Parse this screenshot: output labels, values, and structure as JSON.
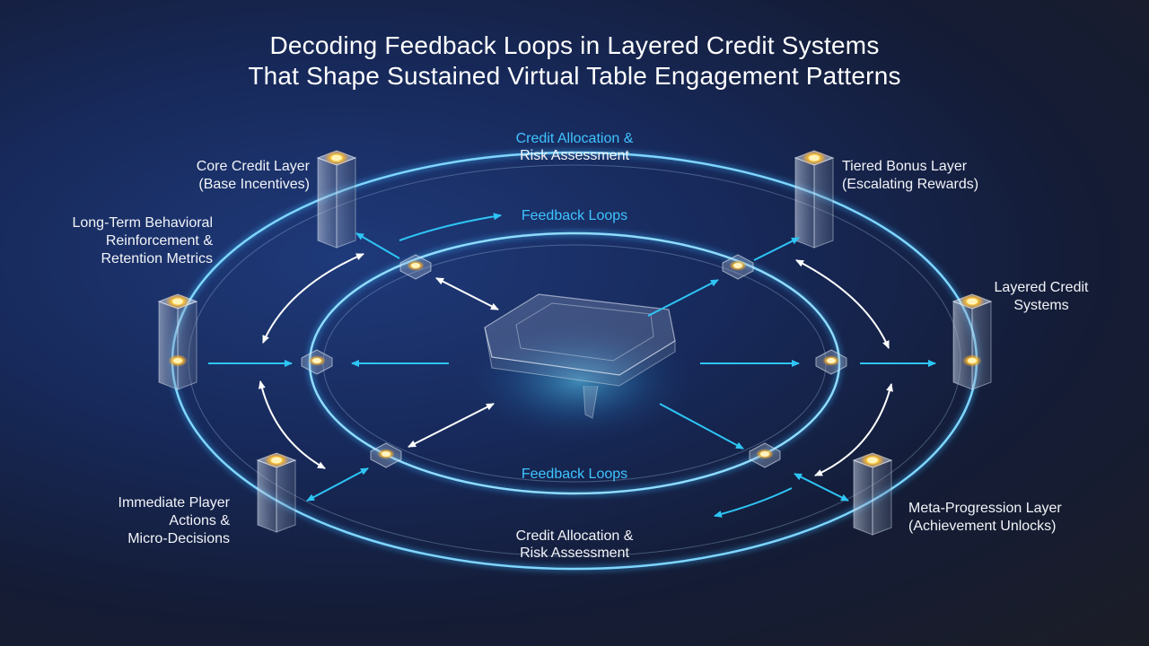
{
  "title": {
    "line1": "Decoding Feedback Loops in Layered Credit Systems",
    "line2": "That Shape Sustained Virtual Table Engagement Patterns"
  },
  "labels": {
    "top_ring": {
      "line1": "Credit Allocation &",
      "line2": "Risk Assessment"
    },
    "feedback_top": "Feedback Loops",
    "feedback_bottom": "Feedback Loops",
    "bottom_ring": {
      "line1": "Credit Allocation &",
      "line2": "Risk Assessment"
    },
    "core_credit": {
      "line1": "Core Credit Layer",
      "line2": "(Base Incentives)"
    },
    "tiered_bonus": {
      "line1": "Tiered Bonus Layer",
      "line2": "(Escalating Rewards)"
    },
    "long_term": {
      "line1": "Long-Term Behavioral",
      "line2": "Reinforcement &",
      "line3": "Retention Metrics"
    },
    "layered_credit": {
      "line1": "Layered Credit",
      "line2": "Systems"
    },
    "immediate": {
      "line1": "Immediate Player",
      "line2": "Actions &",
      "line3": "Micro-Decisions"
    },
    "meta_progression": {
      "line1": "Meta-Progression Layer",
      "line2": "(Achievement Unlocks)"
    }
  },
  "colors": {
    "ring_cyan": "#3fb8ff",
    "arrow_cyan": "#2ec5f5",
    "arrow_white": "#ffffff",
    "node_gold": "#ffc42e",
    "label_cyan": "#3fc4ff"
  },
  "icons": [
    "pillar-icon",
    "hex-node-icon",
    "table-icon"
  ]
}
